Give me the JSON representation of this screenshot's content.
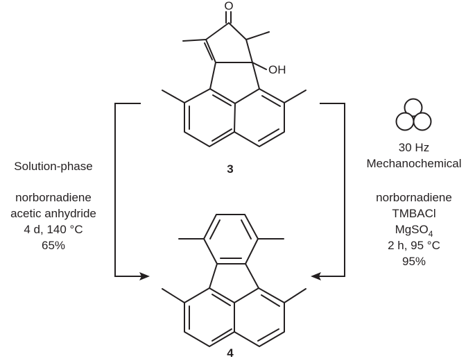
{
  "scheme": {
    "compound_3": {
      "number": "3",
      "carbonyl_oxygen": "O",
      "hydroxyl": "OH"
    },
    "compound_4": {
      "number": "4"
    },
    "solution_phase": {
      "title": "Solution-phase",
      "lines": [
        "norbornadiene",
        "acetic anhydride",
        "4 d, 140 °C",
        "65%"
      ]
    },
    "mechanochemical": {
      "frequency": "30 Hz",
      "title": "Mechanochemical",
      "reagent_1": "norbornadiene",
      "reagent_2": "TMBACl",
      "drying_agent": "MgSO",
      "drying_agent_subscript": "4",
      "time_temp": "2 h, 95 °C",
      "yield": "95%"
    }
  },
  "icons": {
    "ball_mill": "three-balls-icon"
  },
  "colors": {
    "ink": "#231f20",
    "background": "#ffffff"
  }
}
